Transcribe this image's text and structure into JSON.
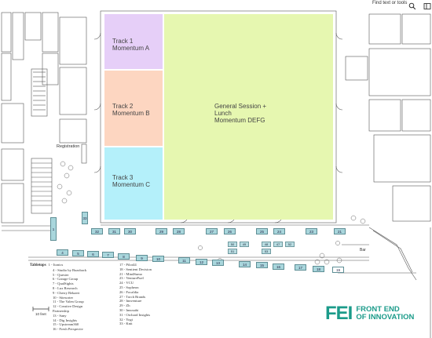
{
  "toolbar": {
    "find_label": "Find text or tools"
  },
  "rooms": {
    "track1": {
      "line1": "Track 1",
      "line2": "Momentum A"
    },
    "track2": {
      "line1": "Track 2",
      "line2": "Momentum B"
    },
    "track3": {
      "line1": "Track 3",
      "line2": "Momentum C"
    },
    "general": {
      "line1": "General Session +",
      "line2": "Lunch",
      "line3": "Momentum DEFG"
    }
  },
  "labels": {
    "registration": "Registration",
    "bar": "Bar",
    "scale": "10 feet"
  },
  "legend": {
    "title": "Tabletops",
    "col1": [
      "1 - Itonics",
      "4 - Studio by Buzzback",
      "5 - Quester",
      "6 - Garage Group",
      "7 - QualSights",
      "8 - Lux Research",
      "9 - Cherry Bekaert",
      "10 - Sitesorter",
      "11 - The Valen Group",
      "12 - Creative Design Partnership",
      "13 - Sany",
      "14 - Dig Insights",
      "15 - Upstream360",
      "16 - Fresh Perspectiv"
    ],
    "col2": [
      "17 - Pilot44",
      "18 - Sentient Decision",
      "21 - MindSumo",
      "23 - VentureFuel",
      "24 - VCU",
      "25 - Sopheon",
      "26 - Focaldia",
      "27 - Torch Brands",
      "28 - Innventure",
      "29 - Zh",
      "30 - Innosabi",
      "31 - Orchard Insights",
      "32 - Yogi",
      "33 - Knit"
    ]
  },
  "brand": {
    "mark": "FEI",
    "line1": "FRONT END",
    "line2": "OF INNOVATION",
    "color": "#1b9b8a"
  },
  "booths": {
    "top_row": [
      "32",
      "31",
      "30",
      "29",
      "28",
      "27",
      "26",
      "25",
      "24",
      "23",
      "21"
    ],
    "left_col": [
      "1",
      "33"
    ],
    "bottom_row": [
      "4",
      "5",
      "6",
      "7",
      "8",
      "9",
      "10",
      "11",
      "12",
      "13",
      "14",
      "15",
      "16",
      "17",
      "18",
      "19"
    ],
    "mid_tables": [
      "50",
      "49",
      "48",
      "47",
      "52",
      "51",
      "53"
    ]
  },
  "colors": {
    "track1": "#e6cff8",
    "track2": "#fdd6c1",
    "track3": "#b4f0fa",
    "general": "#e6f7b0",
    "booth": "#a9d6dc"
  }
}
